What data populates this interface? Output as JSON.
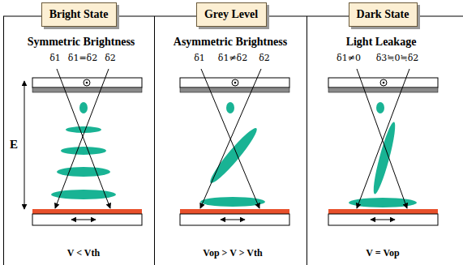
{
  "diagram": {
    "nodes": [
      {
        "text": [
          "Bright State"
        ]
      },
      {
        "text": [
          "Grey Level"
        ]
      },
      {
        "text": [
          "Dark State"
        ]
      }
    ],
    "labels": [
      "Symmetric Brightness",
      "δ1",
      "δ1=δ2",
      "δ2",
      "E",
      "V < Vth",
      "Asymmetric Brightness",
      "δ1",
      "δ1≠δ2",
      "δ2",
      "Vop > V > Vth",
      "Light Leakage",
      "δ1≠0",
      "δ3≒0≒δ2",
      "V = Vop"
    ]
  }
}
